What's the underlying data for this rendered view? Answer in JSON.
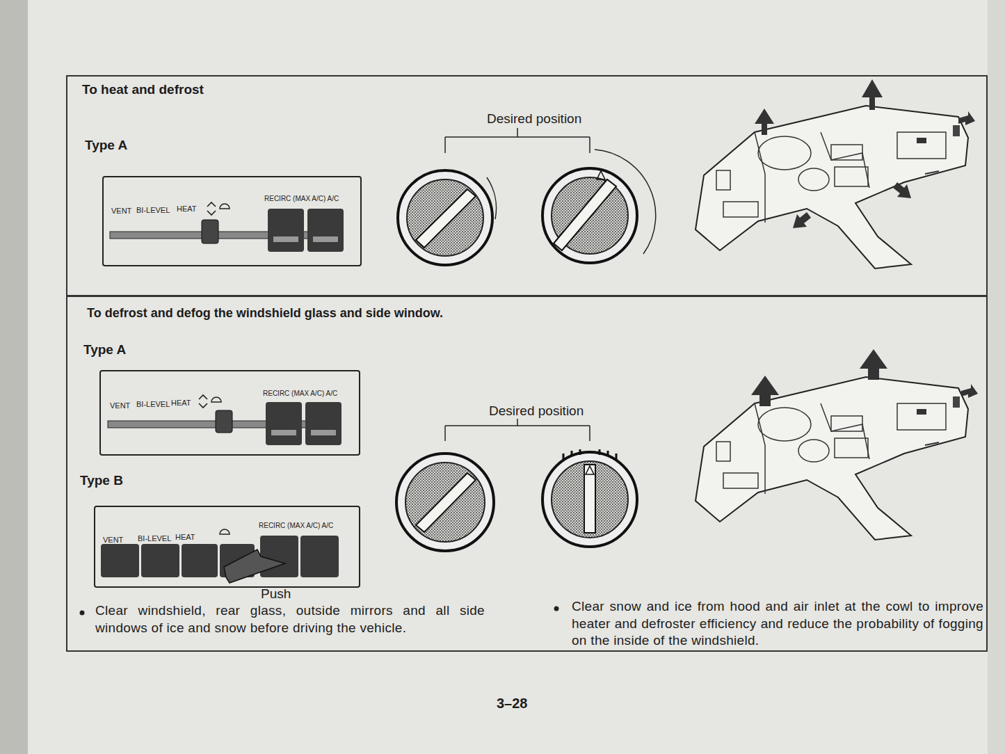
{
  "diagram": {
    "nodes": [
      {
        "text": [
          "To heat and defrost"
        ]
      },
      {
        "text": [
          "Type A",
          "VENT",
          "BI-LEVEL",
          "HEAT",
          "RECIRC (MAX A/C) A/C"
        ],
        "in": 0
      },
      {
        "text": [
          "To defrost and defog the windshield glass and side window."
        ]
      },
      {
        "text": [
          "Type A",
          "VENT",
          "BI-LEVEL",
          "HEAT",
          "RECIRC (MAX A/C) A/C"
        ],
        "in": 2
      },
      {
        "text": [
          "Type B",
          "VENT",
          "BI-LEVEL",
          "HEAT",
          "RECIRC (MAX A/C) A/C"
        ],
        "in": 2
      }
    ],
    "labels": [
      "Desired position",
      "Desired position",
      "Push",
      "Clear windshield, rear glass, outside mirrors and all side windows of ice and snow before driving the vehicle.",
      "Clear snow and ice from hood and air inlet at the cowl to improve heater and defroster efficiency and reduce the probability of fogging on the inside of the windshield.",
      "3–28"
    ]
  }
}
